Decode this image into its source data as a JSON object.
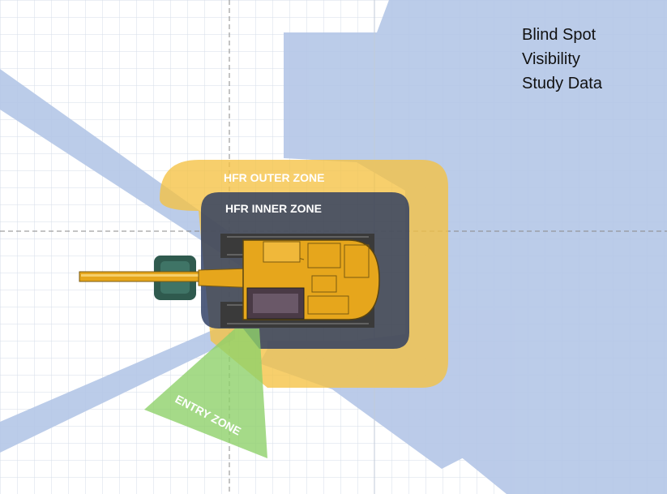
{
  "title_lines": [
    "Blind Spot",
    "Visibility",
    "Study Data"
  ],
  "zones": {
    "outer": {
      "label": "HFR OUTER ZONE",
      "color": "#f5c242"
    },
    "inner": {
      "label": "HFR INNER ZONE",
      "color": "#2b3a62"
    },
    "entry": {
      "label": "ENTRY ZONE",
      "color": "#8fd16a"
    }
  },
  "colors": {
    "blind_spot": "#b4c6e7",
    "grid": "#d6dde8",
    "axis": "#888888",
    "machine_body": "#e6a61c"
  }
}
